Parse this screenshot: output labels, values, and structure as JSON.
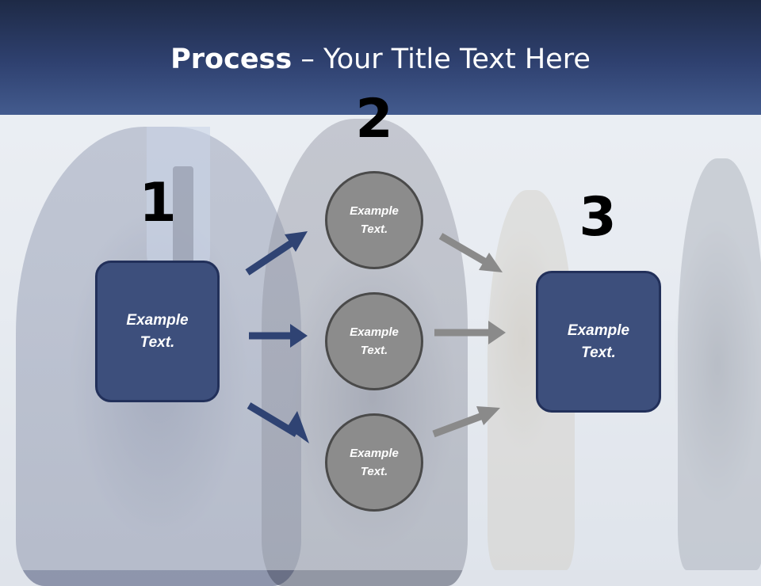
{
  "slide": {
    "title_bold": "Process",
    "title_rest": " – Your Title Text Here"
  },
  "steps": {
    "one": "1",
    "two": "2",
    "three": "3"
  },
  "boxes": {
    "left_text": "Example Text.",
    "right_text": "Example Text."
  },
  "circles": [
    {
      "text": "Example Text."
    },
    {
      "text": "Example Text."
    },
    {
      "text": "Example Text."
    }
  ],
  "colors": {
    "header_dark": "#1e2a46",
    "header_light": "#435b8e",
    "box_fill": "#3d4f7c",
    "box_border": "#22305a",
    "circle_fill": "#8c8c8c",
    "circle_border": "#4a4a4a",
    "arrow_blue": "#2f4373",
    "arrow_gray": "#8a8a8a"
  }
}
